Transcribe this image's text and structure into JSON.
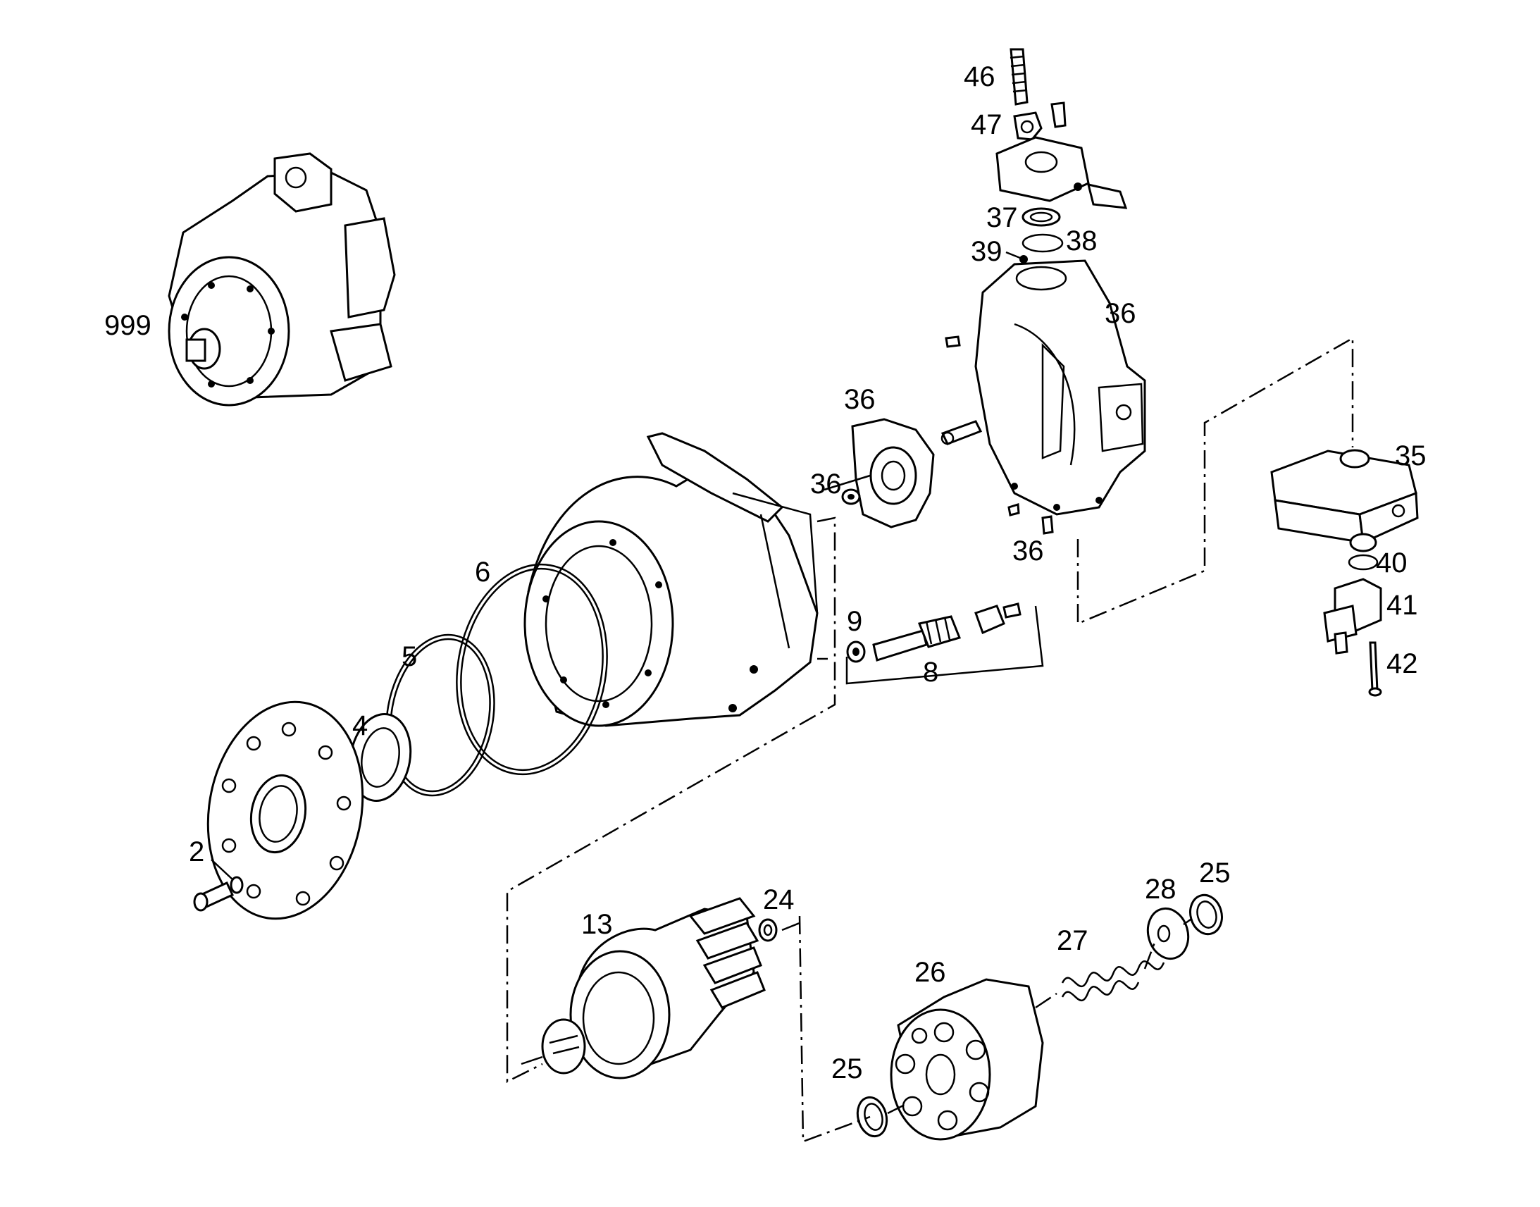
{
  "callouts": {
    "c999": "999",
    "c2": "2",
    "c4": "4",
    "c5": "5",
    "c6": "6",
    "c8": "8",
    "c9": "9",
    "c13": "13",
    "c24": "24",
    "c25a": "25",
    "c25b": "25",
    "c26": "26",
    "c27": "27",
    "c28": "28",
    "c35": "35",
    "c36a": "36",
    "c36b": "36",
    "c36c": "36",
    "c36d": "36",
    "c37": "37",
    "c38": "38",
    "c39": "39",
    "c40": "40",
    "c41": "41",
    "c42": "42",
    "c46": "46",
    "c47": "47"
  }
}
